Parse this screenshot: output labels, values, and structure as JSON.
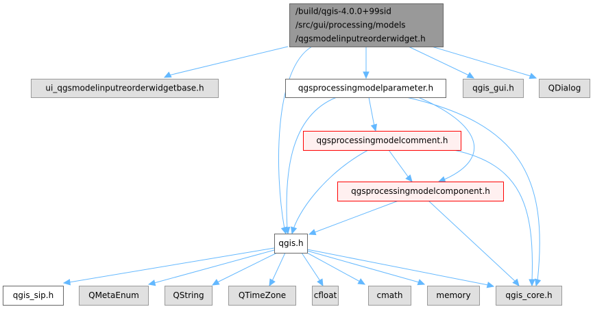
{
  "diagram": {
    "type": "include-dependency-graph",
    "colors": {
      "edge": "#63b8ff",
      "root_fill": "#999999",
      "root_border": "#666666",
      "documented_fill": "#ffffff",
      "documented_border": "#666666",
      "external_fill": "#e0e0e0",
      "external_border": "#999999",
      "truncated_fill": "#fff0f0",
      "truncated_border": "#ff0000"
    },
    "nodes": [
      {
        "id": "root",
        "kind": "root",
        "lines": [
          "/build/qgis-4.0.0+99sid",
          "/src/gui/processing/models",
          "/qgsmodelinputreorderwidget.h"
        ]
      },
      {
        "id": "uibase",
        "kind": "external",
        "lines": [
          "ui_qgsmodelinputreorderwidgetbase.h"
        ]
      },
      {
        "id": "param",
        "kind": "documented",
        "lines": [
          "qgsprocessingmodelparameter.h"
        ]
      },
      {
        "id": "qgisgui",
        "kind": "external",
        "lines": [
          "qgis_gui.h"
        ]
      },
      {
        "id": "qdialog",
        "kind": "external",
        "lines": [
          "QDialog"
        ]
      },
      {
        "id": "comment",
        "kind": "truncated",
        "lines": [
          "qgsprocessingmodelcomment.h"
        ]
      },
      {
        "id": "component",
        "kind": "truncated",
        "lines": [
          "qgsprocessingmodelcomponent.h"
        ]
      },
      {
        "id": "qgis",
        "kind": "documented",
        "lines": [
          "qgis.h"
        ]
      },
      {
        "id": "qgissip",
        "kind": "documented",
        "lines": [
          "qgis_sip.h"
        ]
      },
      {
        "id": "qmetaenum",
        "kind": "external",
        "lines": [
          "QMetaEnum"
        ]
      },
      {
        "id": "qstring",
        "kind": "external",
        "lines": [
          "QString"
        ]
      },
      {
        "id": "qtimezone",
        "kind": "external",
        "lines": [
          "QTimeZone"
        ]
      },
      {
        "id": "cfloat",
        "kind": "external",
        "lines": [
          "cfloat"
        ]
      },
      {
        "id": "cmath",
        "kind": "external",
        "lines": [
          "cmath"
        ]
      },
      {
        "id": "memory",
        "kind": "external",
        "lines": [
          "memory"
        ]
      },
      {
        "id": "qgiscore",
        "kind": "external",
        "lines": [
          "qgis_core.h"
        ]
      }
    ],
    "edges": [
      {
        "from": "root",
        "to": "uibase"
      },
      {
        "from": "root",
        "to": "param"
      },
      {
        "from": "root",
        "to": "qgis"
      },
      {
        "from": "root",
        "to": "qgisgui"
      },
      {
        "from": "root",
        "to": "qdialog"
      },
      {
        "from": "param",
        "to": "comment"
      },
      {
        "from": "param",
        "to": "component"
      },
      {
        "from": "param",
        "to": "qgis"
      },
      {
        "from": "param",
        "to": "qgiscore"
      },
      {
        "from": "comment",
        "to": "component"
      },
      {
        "from": "comment",
        "to": "qgis"
      },
      {
        "from": "comment",
        "to": "qgiscore"
      },
      {
        "from": "component",
        "to": "qgis"
      },
      {
        "from": "component",
        "to": "qgiscore"
      },
      {
        "from": "qgis",
        "to": "qgissip"
      },
      {
        "from": "qgis",
        "to": "qmetaenum"
      },
      {
        "from": "qgis",
        "to": "qstring"
      },
      {
        "from": "qgis",
        "to": "qtimezone"
      },
      {
        "from": "qgis",
        "to": "cfloat"
      },
      {
        "from": "qgis",
        "to": "cmath"
      },
      {
        "from": "qgis",
        "to": "memory"
      },
      {
        "from": "qgis",
        "to": "qgiscore"
      }
    ]
  }
}
